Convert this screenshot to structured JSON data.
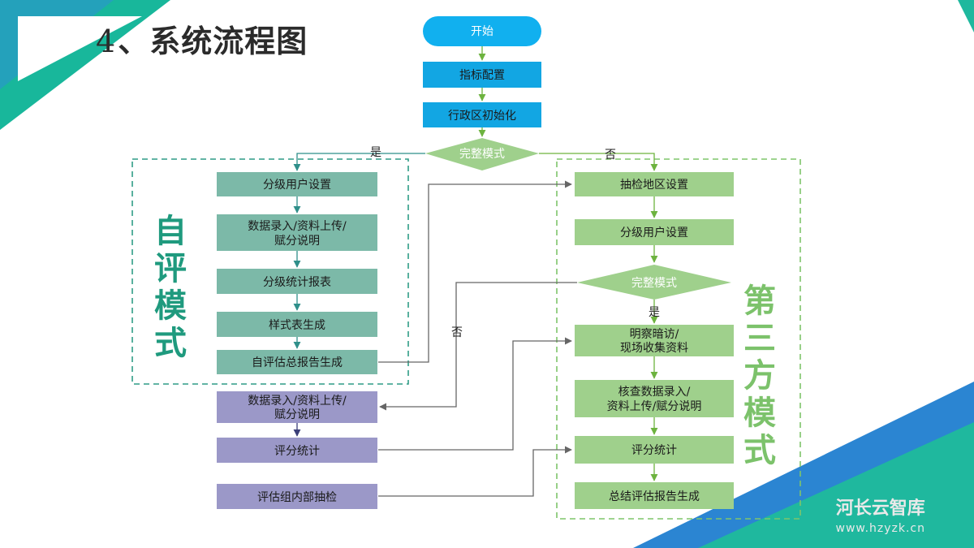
{
  "slide": {
    "title_num": "4",
    "title_text": "、系统流程图"
  },
  "modes": {
    "self": "自评模式",
    "third": "第三方模式"
  },
  "nodes": {
    "start": "开始",
    "config": "指标配置",
    "init": "行政区初始化",
    "decision1": "完整模式",
    "self_users": "分级用户设置",
    "self_entry": [
      "数据录入/资料上传/",
      "赋分说明"
    ],
    "self_stats": "分级统计报表",
    "self_style": "样式表生成",
    "self_report": "自评估总报告生成",
    "mid_entry": [
      "数据录入/资料上传/",
      "赋分说明"
    ],
    "mid_score": "评分统计",
    "mid_check": "评估组内部抽检",
    "third_region": "抽检地区设置",
    "third_users": "分级用户设置",
    "decision2": "完整模式",
    "third_visit": [
      "明察暗访/",
      "现场收集资料"
    ],
    "third_verify": [
      "核查数据录入/",
      "资料上传/赋分说明"
    ],
    "third_score": "评分统计",
    "third_summary": "总结评估报告生成"
  },
  "edge_labels": {
    "yes1": "是",
    "no1": "否",
    "yes2": "是",
    "no2": "否"
  },
  "colors": {
    "start": "#11b0ef",
    "blue": "#12a6e3",
    "teal": "#7cb9a8",
    "purple": "#9b98c8",
    "green": "#9fd08c",
    "self_border": "#2f9c86",
    "third_border": "#7fc56a",
    "arrow_green": "#6db33f"
  },
  "watermark": {
    "text": "河长云智库",
    "url": "www.hzyzk.cn"
  }
}
